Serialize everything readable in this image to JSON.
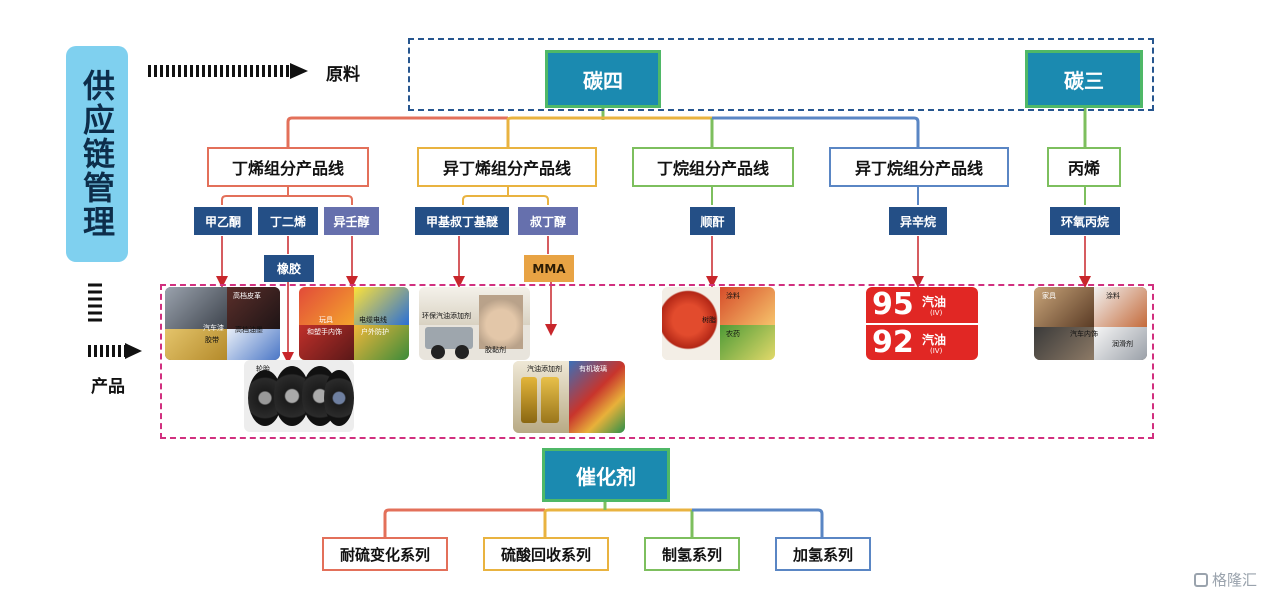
{
  "side": {
    "title": "供应链管理",
    "raw_label": "原料",
    "product_label": "产品"
  },
  "raw": {
    "c4": "碳四",
    "c3": "碳三"
  },
  "lines": [
    {
      "label": "丁烯组分产品线",
      "color": "#e3705a"
    },
    {
      "label": "异丁烯组分产品线",
      "color": "#e9b340"
    },
    {
      "label": "丁烷组分产品线",
      "color": "#7dbf5e"
    },
    {
      "label": "异丁烷组分产品线",
      "color": "#5a86c4"
    },
    {
      "label": "丙烯",
      "color": "#7dbf5e"
    }
  ],
  "chips": {
    "mek": "甲乙酮",
    "butadiene": "丁二烯",
    "isooctanol": "异壬醇",
    "rubber": "橡胶",
    "mtbe": "甲基叔丁基醚",
    "tba": "叔丁醇",
    "mma": "MMA",
    "maleic": "顺酐",
    "isooctane": "异辛烷",
    "epoxy": "环氧丙烷"
  },
  "photos": {
    "p1": [
      "高档皮革",
      "汽车漆",
      "高档油墨",
      "胶带"
    ],
    "p2": [
      "玩具",
      "电缆电线",
      "和塑手内饰",
      "户外防护"
    ],
    "p3": [
      "环保汽油添加剂",
      "胶黏剂"
    ],
    "p4": [
      "轮胎"
    ],
    "p5": [
      "汽油添加剂",
      "有机玻璃"
    ],
    "p6": [
      "树脂",
      "涂料",
      "农药"
    ],
    "p7": {
      "n95": "95",
      "n92": "92",
      "word": "汽油",
      "grade": "(IV)"
    },
    "p8": [
      "家具",
      "涂料",
      "汽车内饰",
      "润滑剂"
    ]
  },
  "catalyst": {
    "title": "催化剂",
    "items": [
      {
        "label": "耐硫变化系列",
        "color": "#e3705a"
      },
      {
        "label": "硫酸回收系列",
        "color": "#e9b340"
      },
      {
        "label": "制氢系列",
        "color": "#7dbf5e"
      },
      {
        "label": "加氢系列",
        "color": "#5a86c4"
      }
    ]
  },
  "watermark": "格隆汇"
}
